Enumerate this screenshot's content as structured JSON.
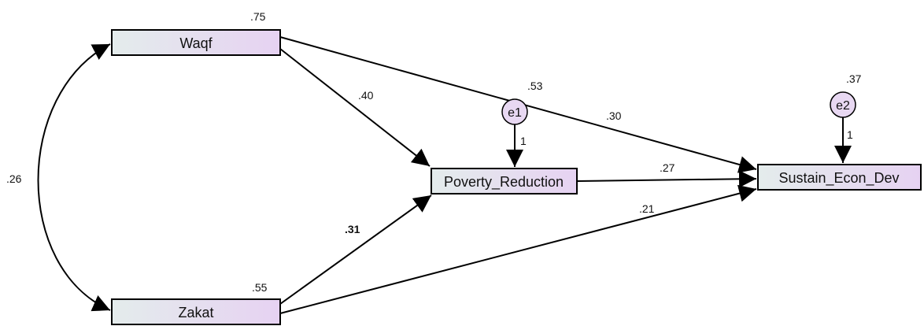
{
  "nodes": {
    "waqf": {
      "label": "Waqf",
      "variance": ".75"
    },
    "zakat": {
      "label": "Zakat",
      "variance": ".55"
    },
    "poverty_reduction": {
      "label": "Poverty_Reduction",
      "r_squared": ".53"
    },
    "sustain_econ_dev": {
      "label": "Sustain_Econ_Dev",
      "r_squared": ".37"
    }
  },
  "errors": {
    "e1": {
      "label": "e1",
      "path_weight": "1"
    },
    "e2": {
      "label": "e2",
      "path_weight": "1"
    }
  },
  "paths": {
    "waqf_to_poverty": ".40",
    "zakat_to_poverty": ".31",
    "waqf_to_sustain": ".30",
    "poverty_to_sustain": ".27",
    "zakat_to_sustain": ".21",
    "waqf_zakat_covariance": ".26"
  },
  "colors": {
    "box_fill_start": "#e4ecec",
    "box_fill_end": "#e6d2f2",
    "error_fill": "#e8d8f2",
    "line": "#000000"
  }
}
